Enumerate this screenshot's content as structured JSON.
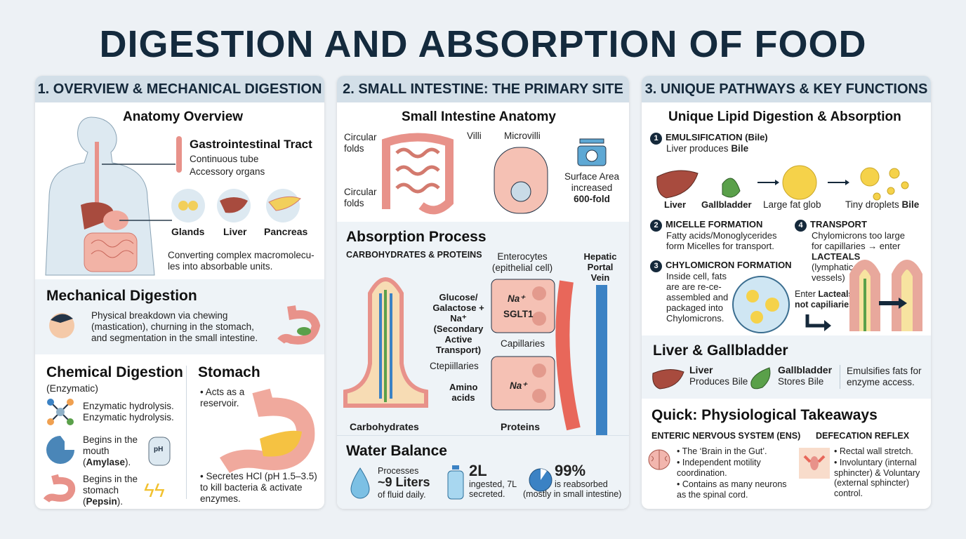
{
  "title": "DIGESTION AND ABSORPTION OF FOOD",
  "colors": {
    "navy": "#142a3d",
    "header": "#d3dfe8",
    "tissue": "#e8928a",
    "liver": "#a84b3e",
    "gallbladder": "#5aa04a",
    "fat": "#f5d24a",
    "blue": "#3b82c4"
  },
  "col1": {
    "header": "1. OVERVIEW & MECHANICAL DIGESTION",
    "anatomy": {
      "title": "Anatomy Overview",
      "gi_title": "Gastrointestinal Tract",
      "gi_line1": "Continuous tube",
      "gi_line2": "Accessory organs",
      "organs": [
        "Glands",
        "Liver",
        "Pancreas"
      ],
      "desc": "Converting complex macromolecu-les into absorbable units."
    },
    "mechanical": {
      "title": "Mechanical Digestion",
      "text": "Physical breakdown via chewing (mastication), churning in the stomach, and segmentation in the small intestine."
    },
    "chemical": {
      "title": "Chemical Digestion",
      "subtitle": "(Enzymatic)",
      "item1": "Enzymatic hydrolysis. Enzymatic hydrolysis.",
      "item2_a": "Begins in the mouth (",
      "item2_b": "Amylase",
      "item2_c": ").",
      "item3_a": "Begins in the stomach (",
      "item3_b": "Pepsin",
      "item3_c": ").",
      "ph_label": "pH"
    },
    "stomach": {
      "title": "Stomach",
      "bullet1": "• Acts as a reservoir.",
      "bullet2": "• Secretes HCl (pH 1.5–3.5) to kill bacteria & activate enzymes."
    }
  },
  "col2": {
    "header": "2. SMALL INTESTINE: THE PRIMARY SITE",
    "anatomy": {
      "title": "Small Intestine Anatomy",
      "circular1": "Circular folds",
      "circular2": "Circular folds",
      "villi": "Villi",
      "microvilli": "Microvilli",
      "surface_a": "Surface Area increased",
      "surface_b": "600-fold"
    },
    "absorption": {
      "title": "Absorption Process",
      "subtitle": "CARBOHYDRATES & PROTEINS",
      "enterocytes": "Enterocytes (epithelial cell)",
      "hepatic": "Hepatic Portal Vein",
      "glucose": "Glucose/ Galactose + Na⁺ (Secondary Active Transport)",
      "na1": "Na⁺",
      "sglt1": "SGLT1",
      "capillaries": "Capillaries",
      "ctepillaries": "Ctepiillaries",
      "amino": "Amino acids",
      "na2": "Na⁺",
      "carbs": "Carbohydrates",
      "proteins": "Proteins"
    },
    "water": {
      "title": "Water Balance",
      "s1_a": "Processes",
      "s1_b": "~9 Liters",
      "s1_c": "of fluid daily.",
      "s2_a": "2L",
      "s2_b": "ingested, 7L secreted.",
      "s3_a": "99%",
      "s3_b": "is reabsorbed",
      "s3_c": "(mostly in small intestine)",
      "reabsorbed_fraction": 0.99
    }
  },
  "col3": {
    "header": "3. UNIQUE PATHWAYS & KEY FUNCTIONS",
    "lipid": {
      "title": "Unique Lipid Digestion & Absorption",
      "s1_title": "EMULSIFICATION (Bile)",
      "s1_text_a": "Liver produces ",
      "s1_text_b": "Bile",
      "liver": "Liver",
      "gallbladder": "Gallbladder",
      "fat_glob": "Large fat glob",
      "droplets_a": "Tiny droplets ",
      "droplets_b": "Bile",
      "s2_title": "MICELLE FORMATION",
      "s2_text": "Fatty acids/Monoglycerides form Micelles for transport.",
      "s3_title": "CHYLOMICRON FORMATION",
      "s3_text": "Inside cell, fats are are re-ce-assembled and packaged into Chylomicrons.",
      "s4_title": "TRANSPORT",
      "s4_text": "Chylomicrons too large for capillaries → enter",
      "s4_bold": "LACTEALS",
      "s4_text2": "(lymphatic vessels)",
      "enter_a": "Enter ",
      "enter_b": "Lacteals, not capiliaries.",
      "nums": [
        "1",
        "2",
        "3",
        "4"
      ]
    },
    "liver_gb": {
      "title": "Liver & Gallbladder",
      "liver": "Liver",
      "liver_desc": "Produces Bile",
      "gb": "Gallbladder",
      "gb_desc": "Stores Bile",
      "emuls": "Emulsifies fats for enzyme access."
    },
    "quick": {
      "title": "Quick: Physiological Takeaways",
      "ens_title": "ENTERIC NERVOUS SYSTEM (ENS)",
      "ens": [
        "• The ‘Brain in the Gut’.",
        "• Independent motility coordination.",
        "• Contains as many neurons as the spinal cord."
      ],
      "def_title": "DEFECATION REFLEX",
      "def": [
        "• Rectal wall stretch.",
        "• Involuntary (internal sphincter) & Voluntary (external sphincter) control."
      ]
    }
  }
}
